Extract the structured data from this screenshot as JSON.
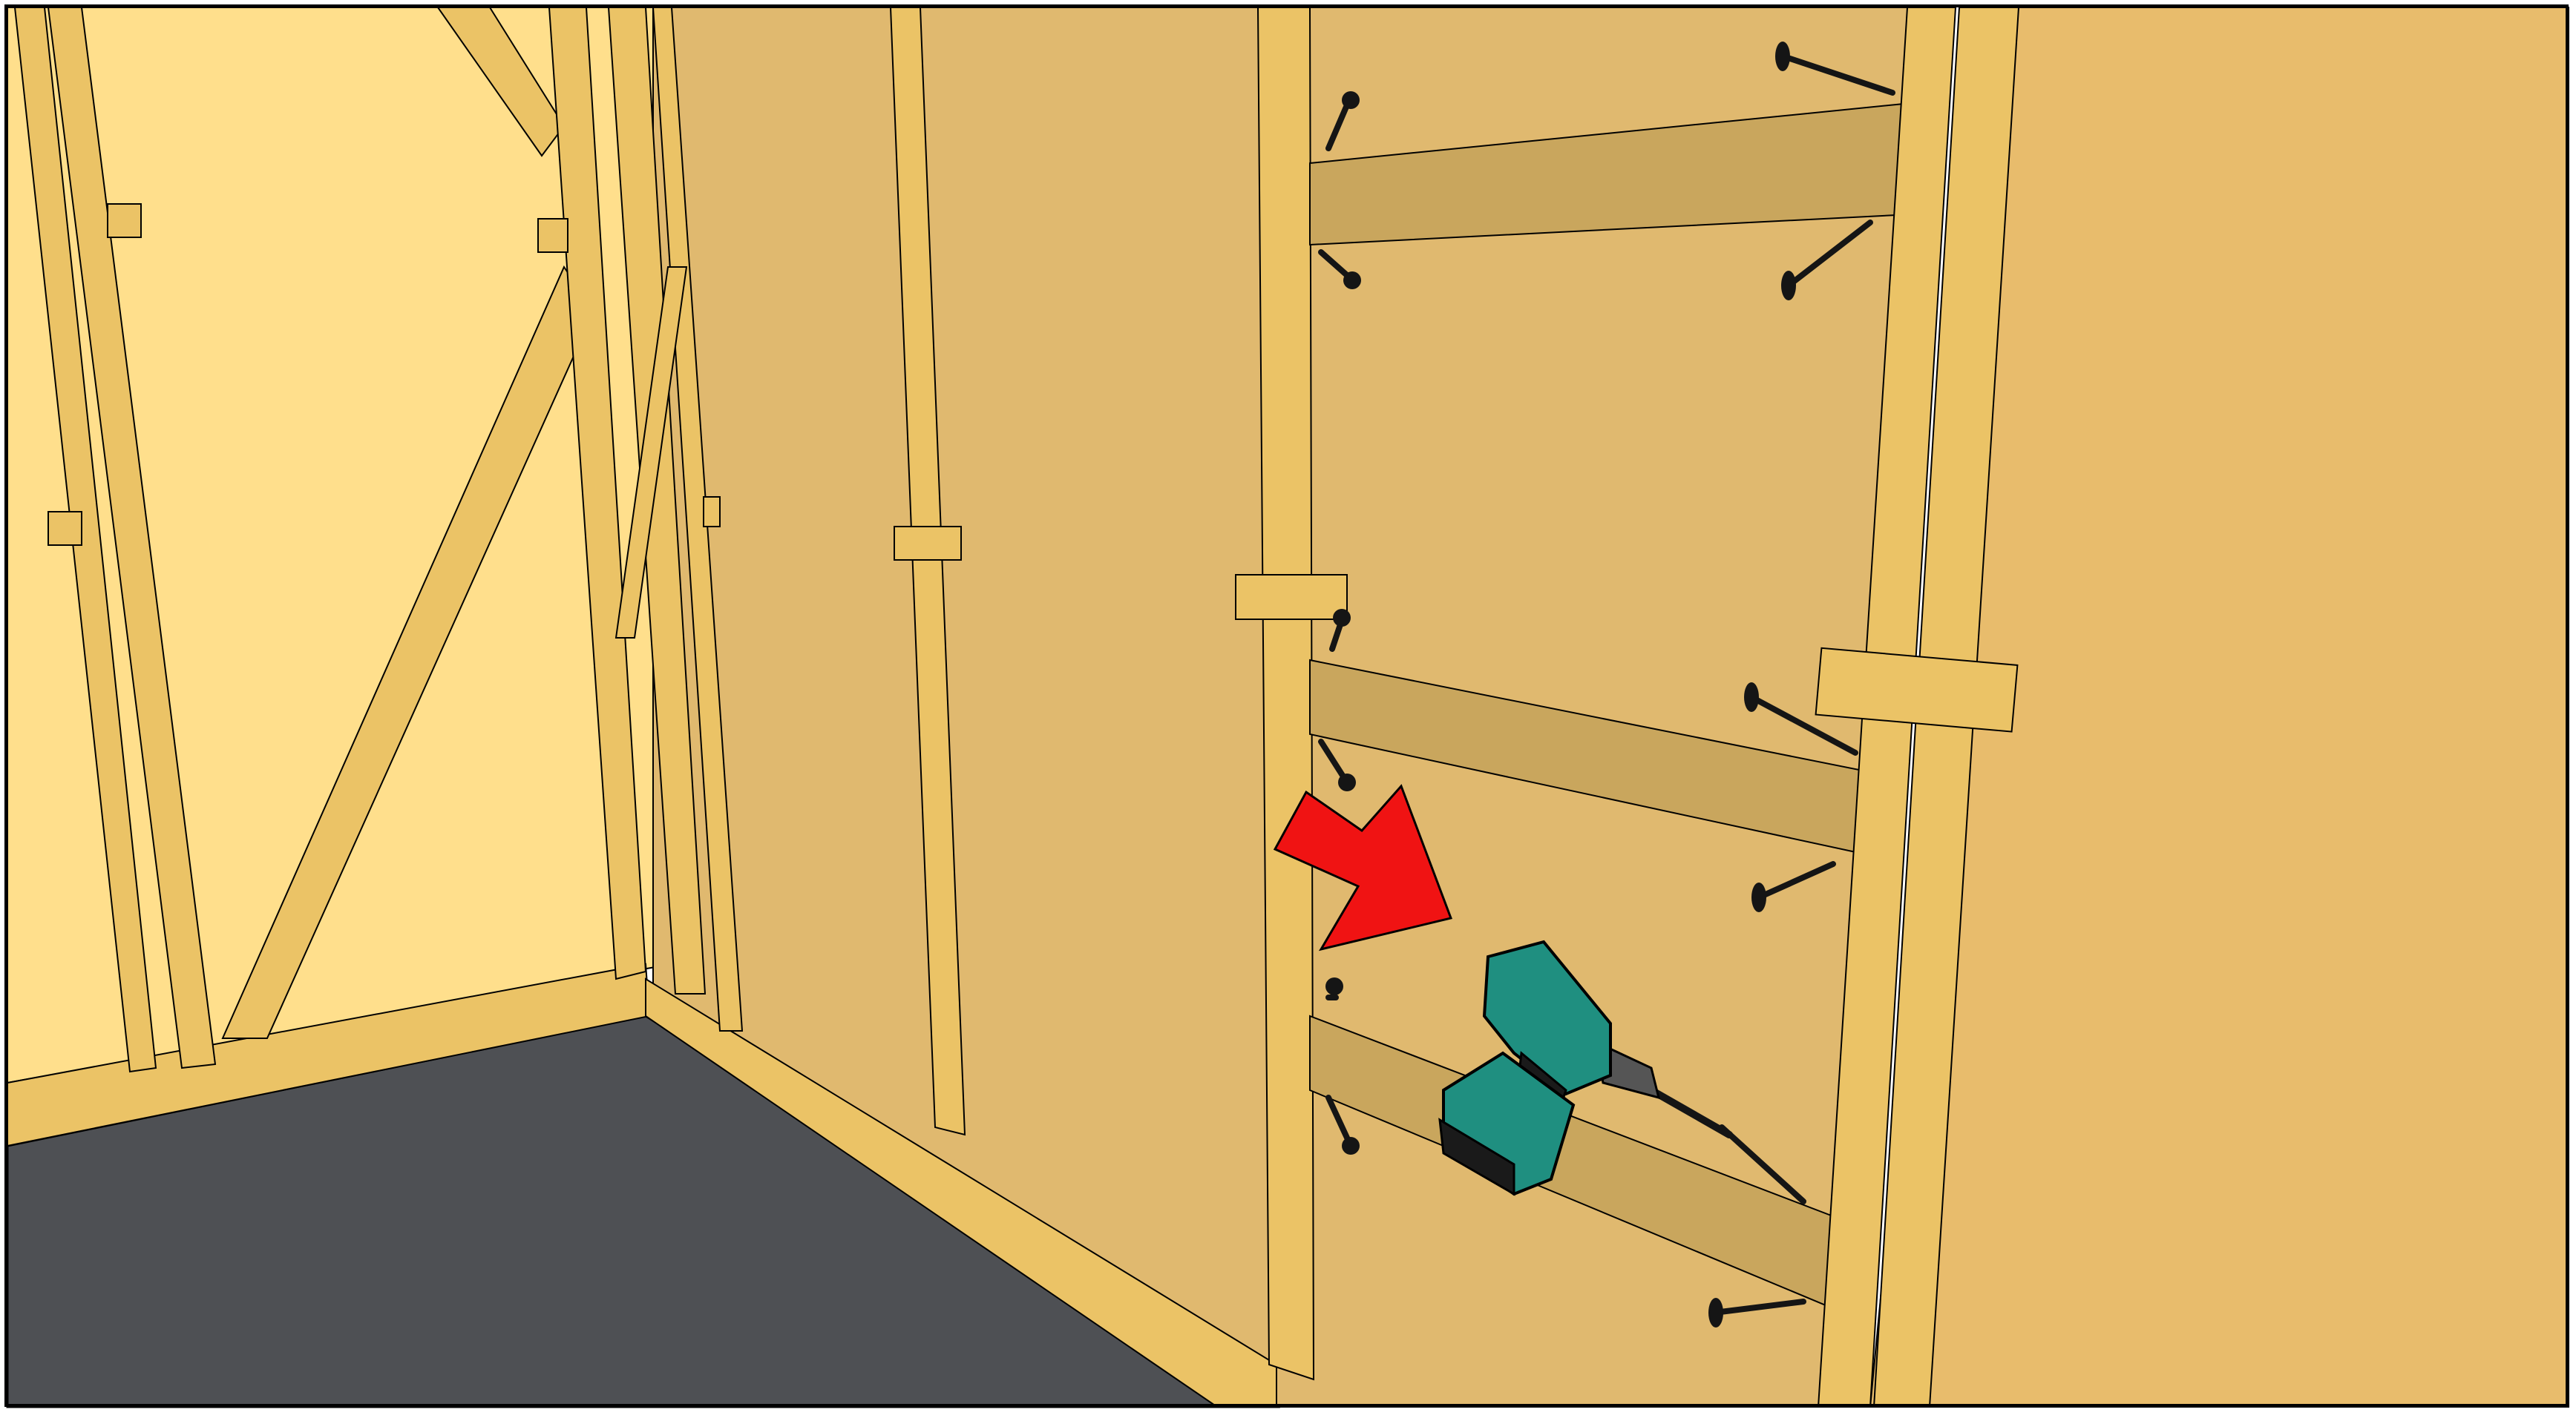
{
  "illustration": {
    "subject": "shed-interior-wall-assembly",
    "depicted_objects": [
      "wall-frame",
      "wooden-studs",
      "horizontal-nogging-battens",
      "wall-panels",
      "screws",
      "cordless-drill",
      "pointer-arrow",
      "grey-floor"
    ],
    "colors": {
      "panel_light": "#FFDF8C",
      "panel_main": "#E0B96F",
      "panel_right": "#E8BC6C",
      "stud": "#EBC366",
      "stud_edge": "#B98C3A",
      "batten": "#C9A65D",
      "floor": "#4E5054",
      "arrow": "#F01313",
      "drill_body": "#1F8F80",
      "drill_dark": "#1A1A1A",
      "screw": "#151515",
      "outline": "#000000"
    }
  }
}
